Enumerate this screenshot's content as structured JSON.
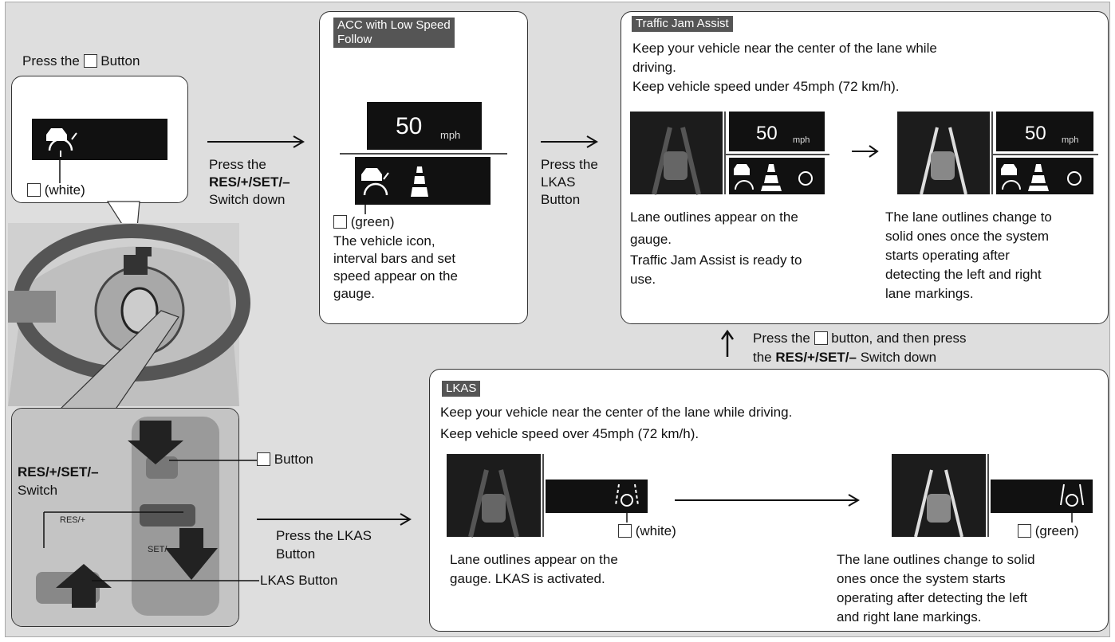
{
  "press_button_title": {
    "pre": "Press the",
    "post": "Button"
  },
  "white_label": "(white)",
  "switch_down": {
    "l1": "Press the",
    "l2": "RES/+/SET/–",
    "l3": "Switch down"
  },
  "acc": {
    "tag_l1": "ACC with Low Speed",
    "tag_l2": "Follow",
    "speed": "50",
    "unit": "mph",
    "green_label": "(green)",
    "desc": [
      "The vehicle icon,",
      "interval bars and set",
      "speed appear on the",
      "gauge."
    ]
  },
  "lkas_button_press": [
    "Press the",
    "LKAS",
    "Button"
  ],
  "tja": {
    "tag": "Traffic Jam Assist",
    "desc": [
      "Keep your vehicle near the center of the lane while",
      "driving.",
      "Keep vehicle speed under 45mph (72 km/h)."
    ],
    "speed": "50",
    "unit": "mph",
    "left_caption": [
      "Lane outlines appear on the",
      "gauge.",
      "Traffic Jam Assist is ready to",
      "use."
    ],
    "right_caption": [
      "The lane outlines change to",
      "solid ones once the system",
      "starts operating after",
      "detecting the left and right",
      "lane markings."
    ]
  },
  "return_note": {
    "l1_pre": "Press the",
    "l1_post": "button, and then press",
    "l2_pre": "the",
    "l2_bold": "RES/+/SET/–",
    "l2_post": "Switch down"
  },
  "lkas": {
    "tag": "LKAS",
    "desc": [
      "Keep your vehicle near the center of the lane while driving.",
      "Keep vehicle speed over 45mph (72 km/h)."
    ],
    "white_label": "(white)",
    "green_label": "(green)",
    "left_caption": [
      "Lane outlines appear on the",
      "gauge. LKAS is activated."
    ],
    "right_caption": [
      "The lane outlines change to solid",
      "ones once the system starts",
      "operating after detecting the left",
      "and right lane markings."
    ]
  },
  "wheel_labels": {
    "button": "Button",
    "res_l1": "RES/+/SET/–",
    "res_l2": "Switch",
    "lkas_button": "LKAS Button",
    "press_lkas": [
      "Press the LKAS",
      "Button"
    ],
    "res_small": "RES/+",
    "set_small": "SET/–"
  }
}
